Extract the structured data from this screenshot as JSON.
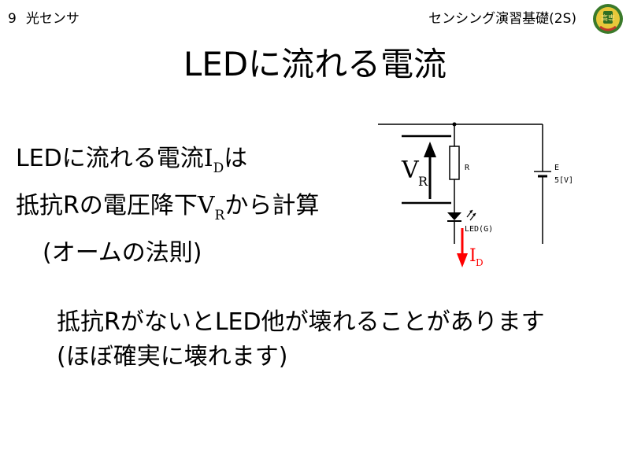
{
  "header": {
    "slide_number": "9",
    "section": "光センサ",
    "course": "センシング演習基礎(2S)",
    "emblem_text": "高専"
  },
  "title": "LEDに流れる電流",
  "body": {
    "line1_prefix": "LEDに流れる電流",
    "line1_var": "I",
    "line1_sub": "D",
    "line1_suffix": "は",
    "line2_prefix": "抵抗Rの電圧降下",
    "line2_var": "V",
    "line2_sub": "R",
    "line2_suffix": "から計算",
    "line3": "(オームの法則)"
  },
  "note": {
    "line1": "抵抗RがないとLED他が壊れることがあります",
    "line2": "(ほぼ確実に壊れます)"
  },
  "circuit": {
    "resistor_label": "R",
    "battery_label": "E",
    "battery_value": "5[V]",
    "led_label": "LED(G)",
    "vr_var": "V",
    "vr_sub": "R",
    "id_var": "I",
    "id_sub": "D",
    "current_color": "#ff0000"
  }
}
